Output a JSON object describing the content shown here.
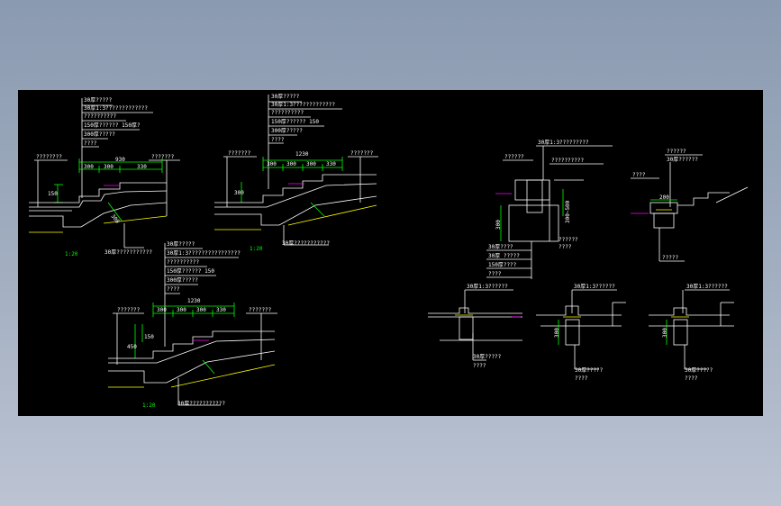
{
  "drawing": {
    "background": "#000000",
    "colors": {
      "dim": "#00ff00",
      "line": "#ffffff",
      "ground": "#ffff00",
      "accent": "#ff00ff"
    }
  },
  "details": {
    "stair1": {
      "notes": [
        "30厚?????",
        "30厚1:3?????????????",
        "??????????",
        "150厚?????? 150厚?",
        "300厚?????",
        "????"
      ],
      "label_left": "????????",
      "label_right": "???????",
      "dim_total": "930",
      "dims": [
        "300",
        "300",
        "330"
      ],
      "dim_v1": "150",
      "dim_v2": "300",
      "bottom_note": "30厚???????????",
      "scale": "1:20"
    },
    "stair2": {
      "notes": [
        "30厚?????",
        "30厚1:3?????????????",
        "??????????",
        "150厚?????? 150",
        "300厚?????",
        "????"
      ],
      "label_left": "???????",
      "label_right": "???????",
      "dim_total": "1230",
      "dims": [
        "300",
        "300",
        "300",
        "330"
      ],
      "dim_v1": "300",
      "bottom_note": "30厚???????????",
      "scale": "1:20"
    },
    "stair3": {
      "notes": [
        "30厚?????",
        "30厚1:3????????????????",
        "??????????",
        "150厚?????? 150",
        "300厚?????",
        "????"
      ],
      "label_left": "???????",
      "label_right": "???????",
      "dim_total": "1230",
      "dims": [
        "300",
        "300",
        "300",
        "330"
      ],
      "dim_v1": "450",
      "dim_v2": "150",
      "bottom_note": "30厚???????????",
      "scale": "1:20"
    },
    "curb1": {
      "top_note": "30厚1:3?????????",
      "note2": "??????????",
      "label_left": "??????",
      "dim_v": "300",
      "dim_h": "300~500",
      "bottom_notes": [
        "??????",
        "????",
        "30厚????",
        "30厚 ?????",
        "150厚????",
        "????"
      ]
    },
    "curb2": {
      "top_note": "??????",
      "sub_note": "30厚??????",
      "label_left": "????",
      "dim": "200",
      "bottom_note": "?????"
    },
    "edge1": {
      "top_note": "30厚1:3??????",
      "bottom_notes": [
        "30厚?????",
        "????"
      ]
    },
    "edge2": {
      "top_note": "30厚1:3??????",
      "dim": "300",
      "bottom_notes": [
        "30厚?????",
        "????"
      ]
    },
    "edge3": {
      "top_note": "30厚1:3??????",
      "dim": "300",
      "bottom_notes": [
        "30厚?????",
        "????"
      ]
    }
  }
}
